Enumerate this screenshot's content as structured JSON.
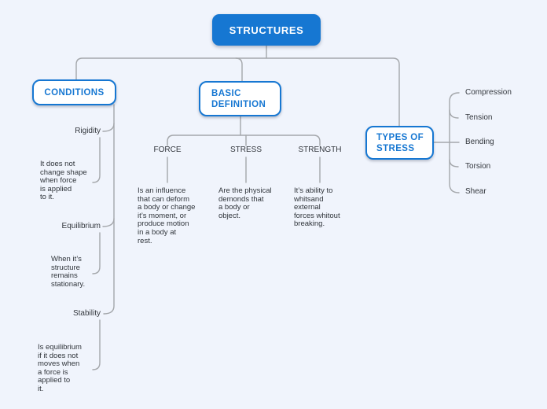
{
  "root": {
    "label": "STRUCTURES"
  },
  "colors": {
    "root_fill": "#1677d2",
    "branch_border": "#1677d2",
    "branch_text": "#1677d2",
    "connector": "#a4a7ab",
    "background": "#f0f4fc",
    "body_text": "#2f343a"
  },
  "branches": {
    "conditions": {
      "label": "CONDITIONS",
      "items": [
        {
          "label": "Rigidity",
          "note": "It does not\nchange shape\nwhen force\nis applied\nto it."
        },
        {
          "label": "Equilibrium",
          "note": "When it’s\nstructure\nremains\nstationary."
        },
        {
          "label": "Stability",
          "note": "Is equilibrium\nif it does not\nmoves when\na force is\napplied to\nit."
        }
      ]
    },
    "basic_definition": {
      "label": "BASIC\nDEFINITION",
      "items": [
        {
          "label": "FORCE",
          "note": "Is an influence\nthat can deform\na body or change\nit’s moment, or\nproduce motion\nin a body at\nrest."
        },
        {
          "label": "STRESS",
          "note": "Are the physical\ndemonds that\na body or\nobject."
        },
        {
          "label": "STRENGTH",
          "note": "It’s ability to\nwhitsand\nexternal\nforces whitout\nbreaking."
        }
      ]
    },
    "types_of_stress": {
      "label": "TYPES OF\nSTRESS",
      "items": [
        {
          "label": "Compression"
        },
        {
          "label": "Tension"
        },
        {
          "label": "Bending"
        },
        {
          "label": "Torsion"
        },
        {
          "label": "Shear"
        }
      ]
    }
  }
}
